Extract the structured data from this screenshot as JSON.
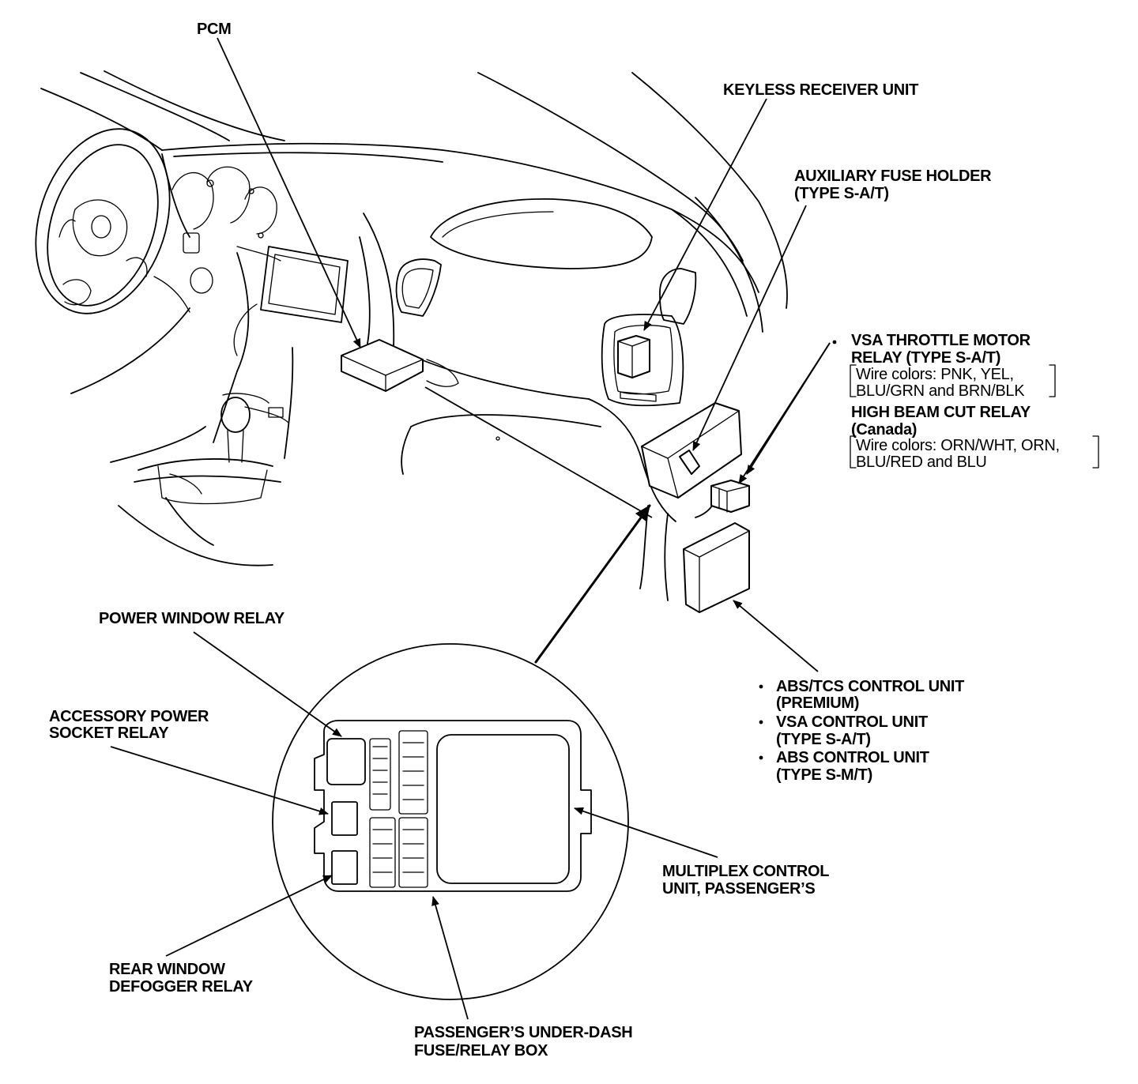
{
  "labels": {
    "pcm": "PCM",
    "keyless": "KEYLESS RECEIVER UNIT",
    "aux_fuse_1": "AUXILIARY FUSE HOLDER",
    "aux_fuse_2": "(TYPE S-A/T)",
    "vsa_relay_1": "VSA THROTTLE MOTOR",
    "vsa_relay_2": "RELAY (TYPE S-A/T)",
    "vsa_wire_1": "Wire colors: PNK, YEL,",
    "vsa_wire_2": "BLU/GRN and BRN/BLK",
    "hb_relay_1": "HIGH BEAM CUT RELAY",
    "hb_relay_2": "(Canada)",
    "hb_wire_1": "Wire colors: ORN/WHT, ORN,",
    "hb_wire_2": "BLU/RED and BLU",
    "abs_tcs_1": "ABS/TCS CONTROL UNIT",
    "abs_tcs_2": "(PREMIUM)",
    "vsa_ctrl_1": "VSA CONTROL UNIT",
    "vsa_ctrl_2": "(TYPE S-A/T)",
    "abs_ctrl_1": "ABS CONTROL UNIT",
    "abs_ctrl_2": "(TYPE S-M/T)",
    "power_window": "POWER WINDOW RELAY",
    "acc_socket_1": "ACCESSORY POWER",
    "acc_socket_2": "SOCKET RELAY",
    "rear_defog_1": "REAR WINDOW",
    "rear_defog_2": "DEFOGGER RELAY",
    "multiplex_1": "MULTIPLEX CONTROL",
    "multiplex_2": "UNIT, PASSENGER’S",
    "underdash_1": "PASSENGER’S UNDER-DASH",
    "underdash_2": "FUSE/RELAY BOX"
  }
}
